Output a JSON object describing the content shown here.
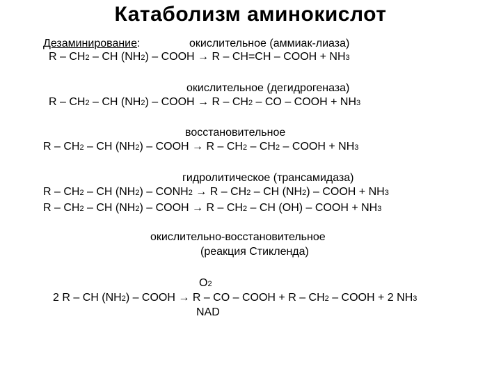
{
  "title": "Катаболизм аминокислот",
  "deamination_label": "Дезаминирование",
  "deamination_colon": ":",
  "sections": {
    "s1": {
      "heading": "окислительное (аммиак-лиаза)",
      "reaction": {
        "t1": "R – CH",
        "s1": "2",
        "t2": " – CH (NH",
        "s2": "2",
        "t3": ") – COOH  → R – CH=CH – COOH + NH",
        "s3": "3"
      }
    },
    "s2": {
      "heading": "окислительное (дегидрогеназа)",
      "reaction": {
        "t1": "R – CH",
        "s1": "2",
        "t2": " – CH (NH",
        "s2": "2",
        "t3": ") – COOH → R – CH",
        "s3": "2",
        "t4": " – CO – COOH + NH",
        "s4": "3"
      }
    },
    "s3": {
      "heading": "восстановительное",
      "reaction": {
        "t1": "R – CH",
        "s1": "2",
        "t2": " – CH (NH",
        "s2": "2",
        "t3": ") – COOH → R – CH",
        "s3": "2",
        "t4": " – CH",
        "s4": "2",
        "t5": " – COOH + NH",
        "s5": "3"
      }
    },
    "s4": {
      "heading": "гидролитическое (трансамидаза)",
      "reaction1": {
        "t1": "R – CH",
        "s1": "2",
        "t2": " – CH (NH",
        "s2": "2",
        "t3": ") – CONH",
        "s3": "2",
        "t4": " → R – CH",
        "s4": "2",
        "t5": " – CH (NH",
        "s5": "2",
        "t6": ") – COOH + NH",
        "s6": "3"
      },
      "reaction2": {
        "t1": "R – CH",
        "s1": "2",
        "t2": " – CH (NH",
        "s2": "2",
        "t3": ") – COOH →  R – CH",
        "s3": "2",
        "t4": " – CH (OH) – COOH + NH",
        "s4": "3"
      }
    },
    "s5": {
      "heading1": "окислительно-восстановительное",
      "heading2": "(реакция Стикленда)",
      "above_arrow": {
        "t1": "O",
        "s1": "2"
      },
      "reaction": {
        "t1": "2 R – CH (NH",
        "s1": "2",
        "t2": ") – COOH → R – CO – COOH  + R – CH",
        "s2": "2",
        "t3": " – COOH  + 2 NH",
        "s3": "3"
      },
      "below_arrow": "NAD"
    }
  }
}
